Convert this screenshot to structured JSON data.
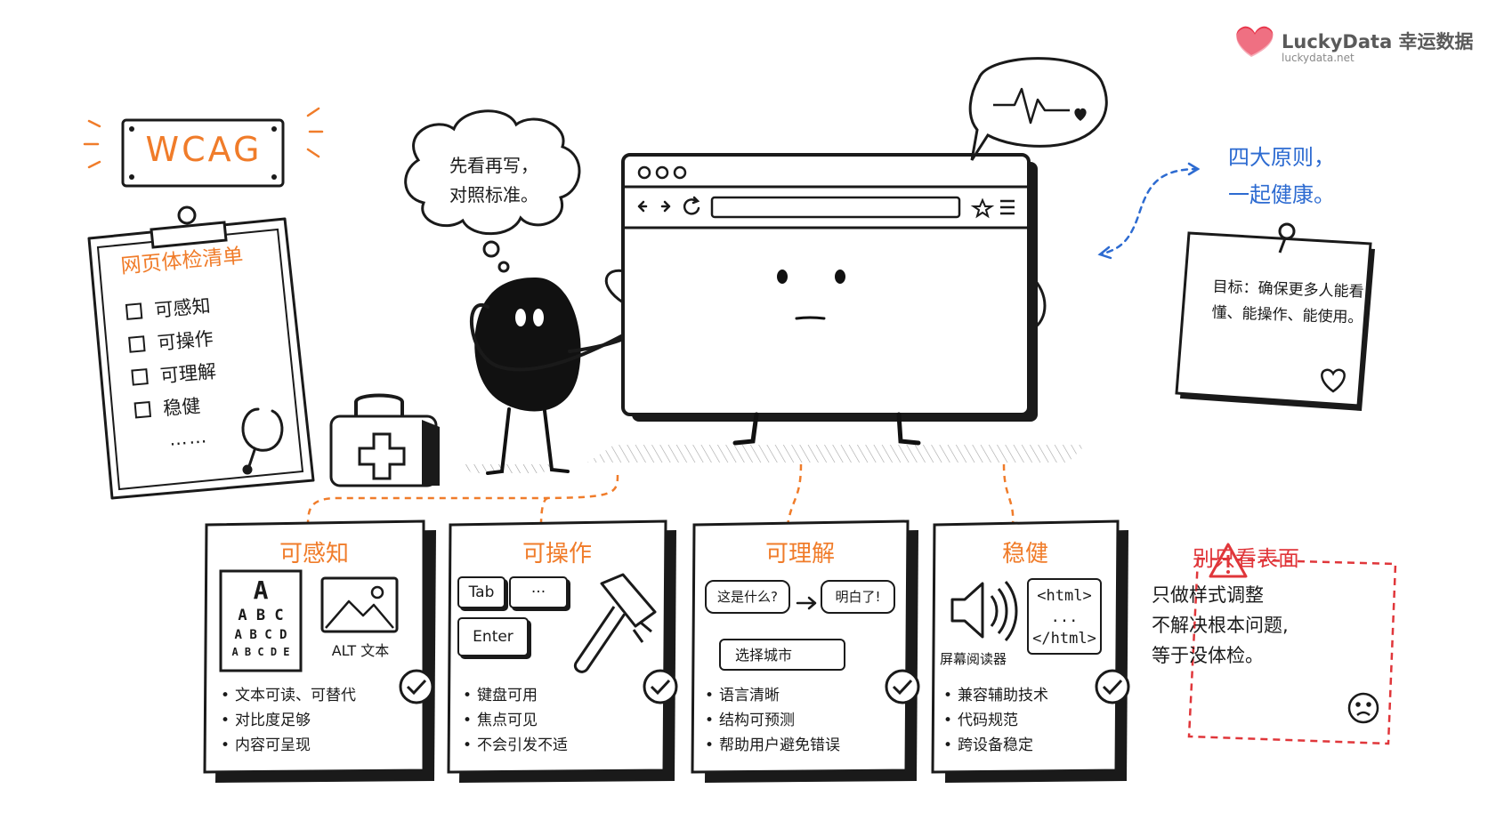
{
  "brand": {
    "name": "LuckyData 幸运数据",
    "url": "luckydata.net",
    "accent_color": "#e8354a"
  },
  "wcag_sign": "WCAG",
  "clipboard": {
    "title": "网页体检清单",
    "items": [
      "可感知",
      "可操作",
      "可理解",
      "稳健"
    ],
    "more": "……",
    "icon": "stethoscope-icon"
  },
  "thought_bubble": [
    "先看再写，",
    "对照标准。"
  ],
  "slogan": [
    "四大原则，",
    "一起健康。"
  ],
  "goal_note": "目标：确保更多人能看懂、能操作、能使用。",
  "principles": [
    {
      "title": "可感知",
      "bullets": [
        "文本可读、可替代",
        "对比度足够",
        "内容可呈现"
      ],
      "eye_chart": [
        "A",
        "A B C",
        "A B C D",
        "A B C D E"
      ],
      "image_label": "ALT 文本"
    },
    {
      "title": "可操作",
      "bullets": [
        "键盘可用",
        "焦点可见",
        "不会引发不适"
      ],
      "keys": [
        "Tab",
        "···",
        "Enter"
      ]
    },
    {
      "title": "可理解",
      "bullets": [
        "语言清晰",
        "结构可预测",
        "帮助用户避免错误"
      ],
      "bubble_question": "这是什么?",
      "bubble_answer": "明白了!",
      "select_label": "选择城市"
    },
    {
      "title": "稳健",
      "bullets": [
        "兼容辅助技术",
        "代码规范",
        "跨设备稳定"
      ],
      "speaker_label": "屏幕阅读器",
      "code": [
        "<html>",
        "...",
        "</html>"
      ]
    }
  ],
  "warning": {
    "title": "别只看表面",
    "lines": [
      "只做样式调整",
      "不解决根本问题,",
      "等于没体检。"
    ]
  },
  "colors": {
    "orange": "#f07c2a",
    "blue": "#2d6bd1",
    "red": "#e0363a",
    "ink": "#1a1a1a"
  }
}
